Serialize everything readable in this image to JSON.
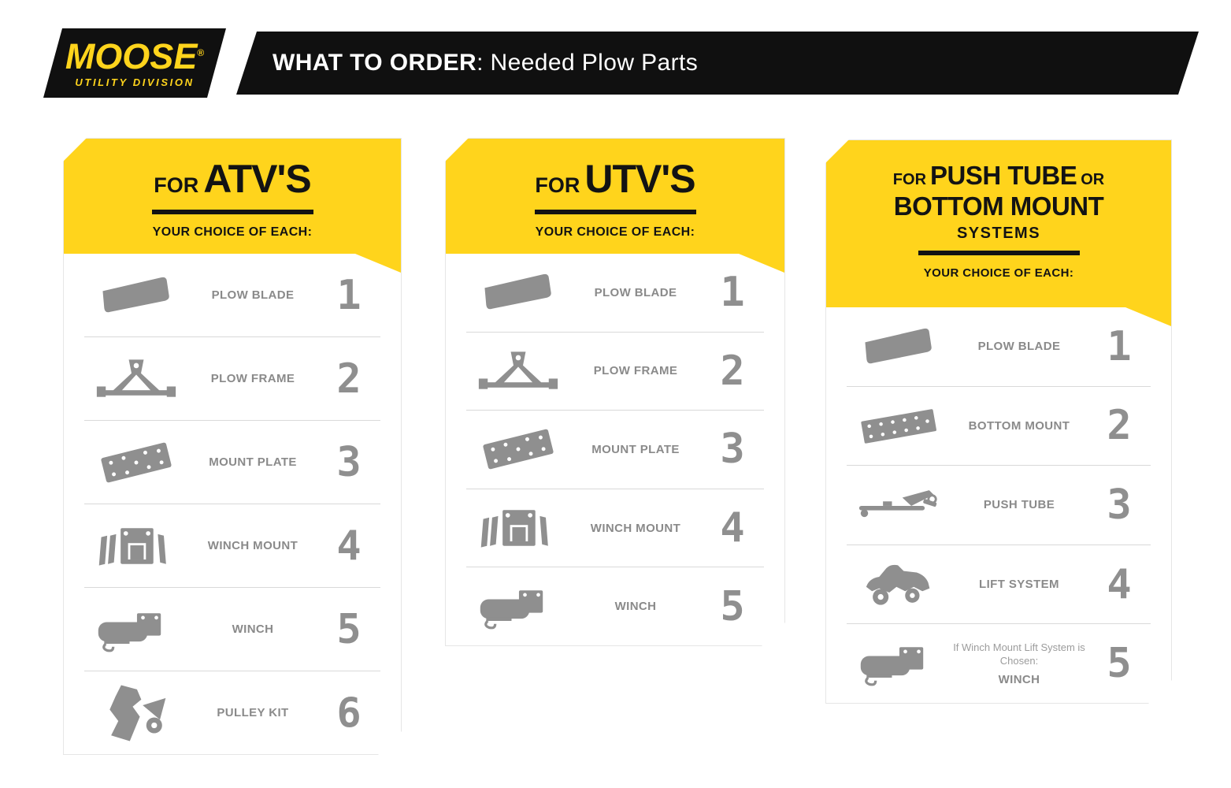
{
  "header": {
    "logo": {
      "name": "MOOSE",
      "registered": "®",
      "division": "UTILITY DIVISION"
    },
    "banner": {
      "title_bold": "WHAT TO ORDER",
      "title_rest": ": Needed Plow Parts"
    }
  },
  "colors": {
    "yellow": "#FFD41C",
    "black": "#131313",
    "icon_gray": "#8f8f8f",
    "label_gray": "#8a8a8a"
  },
  "cards": [
    {
      "id": "atv",
      "title_prefix": "FOR",
      "title_main": "ATV'S",
      "subtitle": "YOUR CHOICE OF EACH:",
      "rows": [
        {
          "label": "PLOW BLADE",
          "number": "1",
          "icon": "plow-blade-icon"
        },
        {
          "label": "PLOW FRAME",
          "number": "2",
          "icon": "plow-frame-icon"
        },
        {
          "label": "MOUNT PLATE",
          "number": "3",
          "icon": "mount-plate-icon"
        },
        {
          "label": "WINCH MOUNT",
          "number": "4",
          "icon": "winch-mount-icon"
        },
        {
          "label": "WINCH",
          "number": "5",
          "icon": "winch-icon"
        },
        {
          "label": "PULLEY KIT",
          "number": "6",
          "icon": "pulley-kit-icon"
        }
      ]
    },
    {
      "id": "utv",
      "title_prefix": "FOR",
      "title_main": "UTV'S",
      "subtitle": "YOUR CHOICE OF EACH:",
      "rows": [
        {
          "label": "PLOW BLADE",
          "number": "1",
          "icon": "plow-blade-icon"
        },
        {
          "label": "PLOW FRAME",
          "number": "2",
          "icon": "plow-frame-icon"
        },
        {
          "label": "MOUNT PLATE",
          "number": "3",
          "icon": "mount-plate-icon"
        },
        {
          "label": "WINCH MOUNT",
          "number": "4",
          "icon": "winch-mount-icon"
        },
        {
          "label": "WINCH",
          "number": "5",
          "icon": "winch-icon"
        }
      ]
    },
    {
      "id": "push-tube-bottom-mount",
      "title_prefix": "FOR",
      "title_main": "PUSH TUBE",
      "title_or": "OR",
      "title_line2": "BOTTOM MOUNT",
      "title_line3": "SYSTEMS",
      "subtitle": "YOUR CHOICE OF EACH:",
      "rows": [
        {
          "label": "PLOW BLADE",
          "number": "1",
          "icon": "plow-blade-icon"
        },
        {
          "label": "BOTTOM MOUNT",
          "number": "2",
          "icon": "bottom-mount-icon"
        },
        {
          "label": "PUSH TUBE",
          "number": "3",
          "icon": "push-tube-icon"
        },
        {
          "label": "LIFT SYSTEM",
          "number": "4",
          "icon": "lift-system-icon"
        },
        {
          "label": "WINCH",
          "number": "5",
          "icon": "winch-icon",
          "note": "If Winch Mount Lift System is Chosen:"
        }
      ]
    }
  ]
}
